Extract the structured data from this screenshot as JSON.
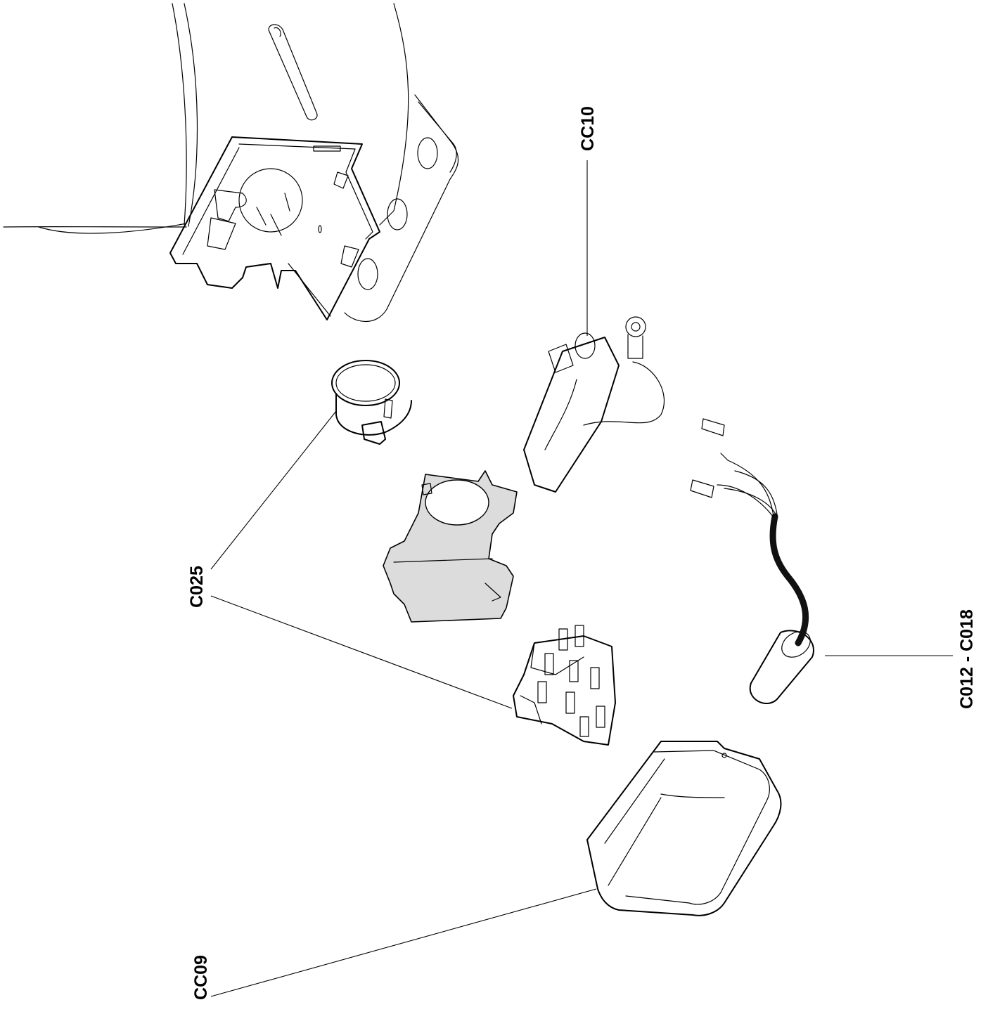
{
  "labels": {
    "cc10": "CC10",
    "c025": "C025",
    "c012_c018": "C012 - C018",
    "cc09": "CC09"
  },
  "colors": {
    "line": "#000000",
    "background": "#ffffff",
    "shaded_part": "#dcdcdc"
  }
}
